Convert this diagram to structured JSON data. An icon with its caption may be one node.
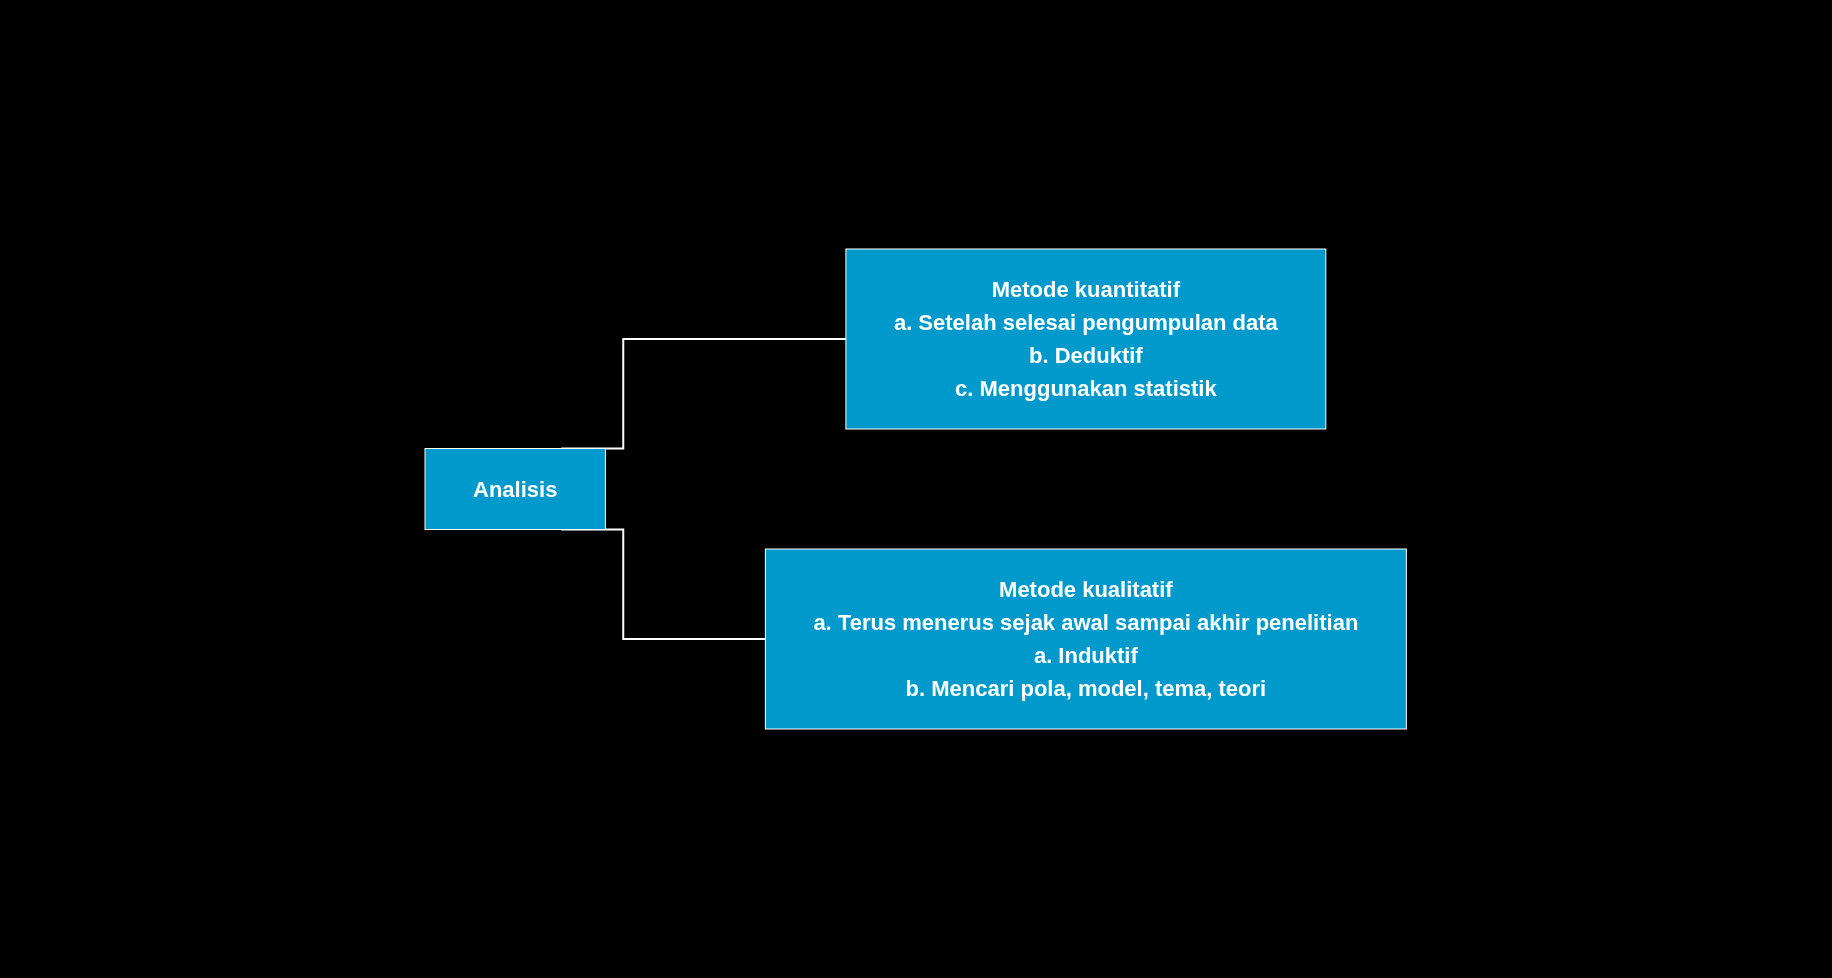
{
  "diagram": {
    "nodes": [
      {
        "text": [
          "Analisis"
        ]
      },
      {
        "text": [
          "Metode kuantitatif",
          "a. Setelah selesai pengumpulan data",
          "b. Deduktif",
          "c. Menggunakan statistik"
        ]
      },
      {
        "text": [
          "Metode kualitatif",
          "a. Terus menerus sejak awal sampai akhir penelitian",
          "a. Induktif",
          "b. Mencari pola, model, tema, teori"
        ]
      }
    ],
    "edges": [
      {
        "from": 0,
        "to": 1,
        "arrow": "none"
      },
      {
        "from": 0,
        "to": 2,
        "arrow": "none"
      }
    ]
  }
}
